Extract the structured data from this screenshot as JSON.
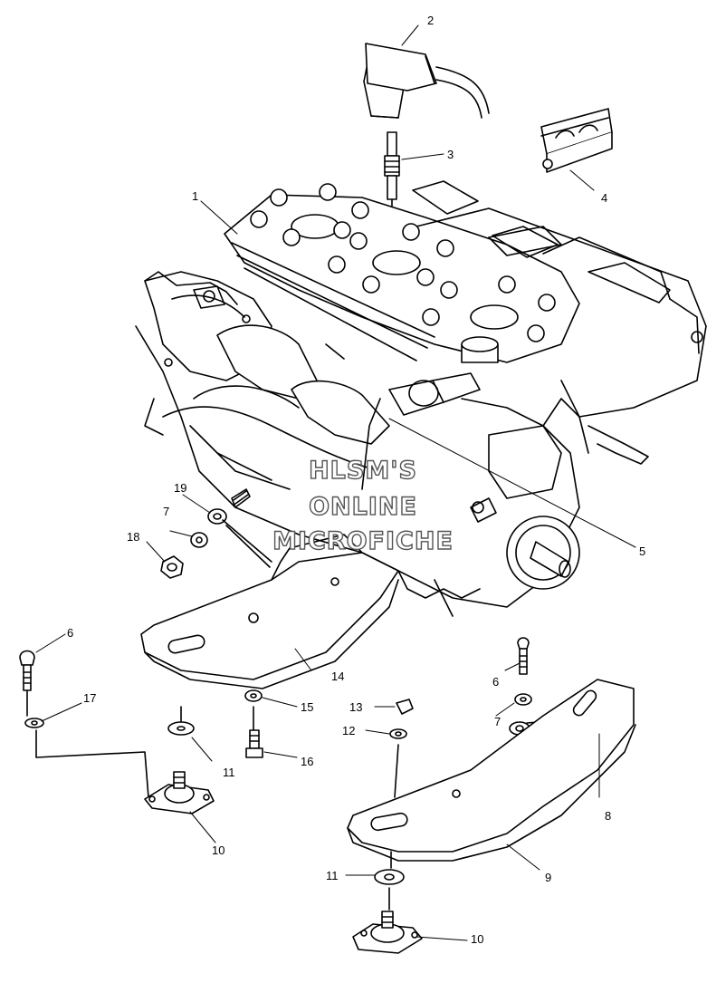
{
  "watermark": {
    "line1": "HLSM'S",
    "line2": "ONLINE",
    "line3": "MICROFICHE"
  },
  "callouts": {
    "c1": "1",
    "c2": "2",
    "c3": "3",
    "c4": "4",
    "c5": "5",
    "c6a": "6",
    "c6b": "6",
    "c7a": "7",
    "c7b": "7",
    "c8": "8",
    "c9": "9",
    "c10a": "10",
    "c10b": "10",
    "c11a": "11",
    "c11b": "11",
    "c12": "12",
    "c13": "13",
    "c14": "14",
    "c15": "15",
    "c16": "16",
    "c17": "17",
    "c18": "18",
    "c19": "19"
  },
  "colors": {
    "line": "#000000",
    "background": "#ffffff",
    "watermark_outline": "#555555"
  }
}
